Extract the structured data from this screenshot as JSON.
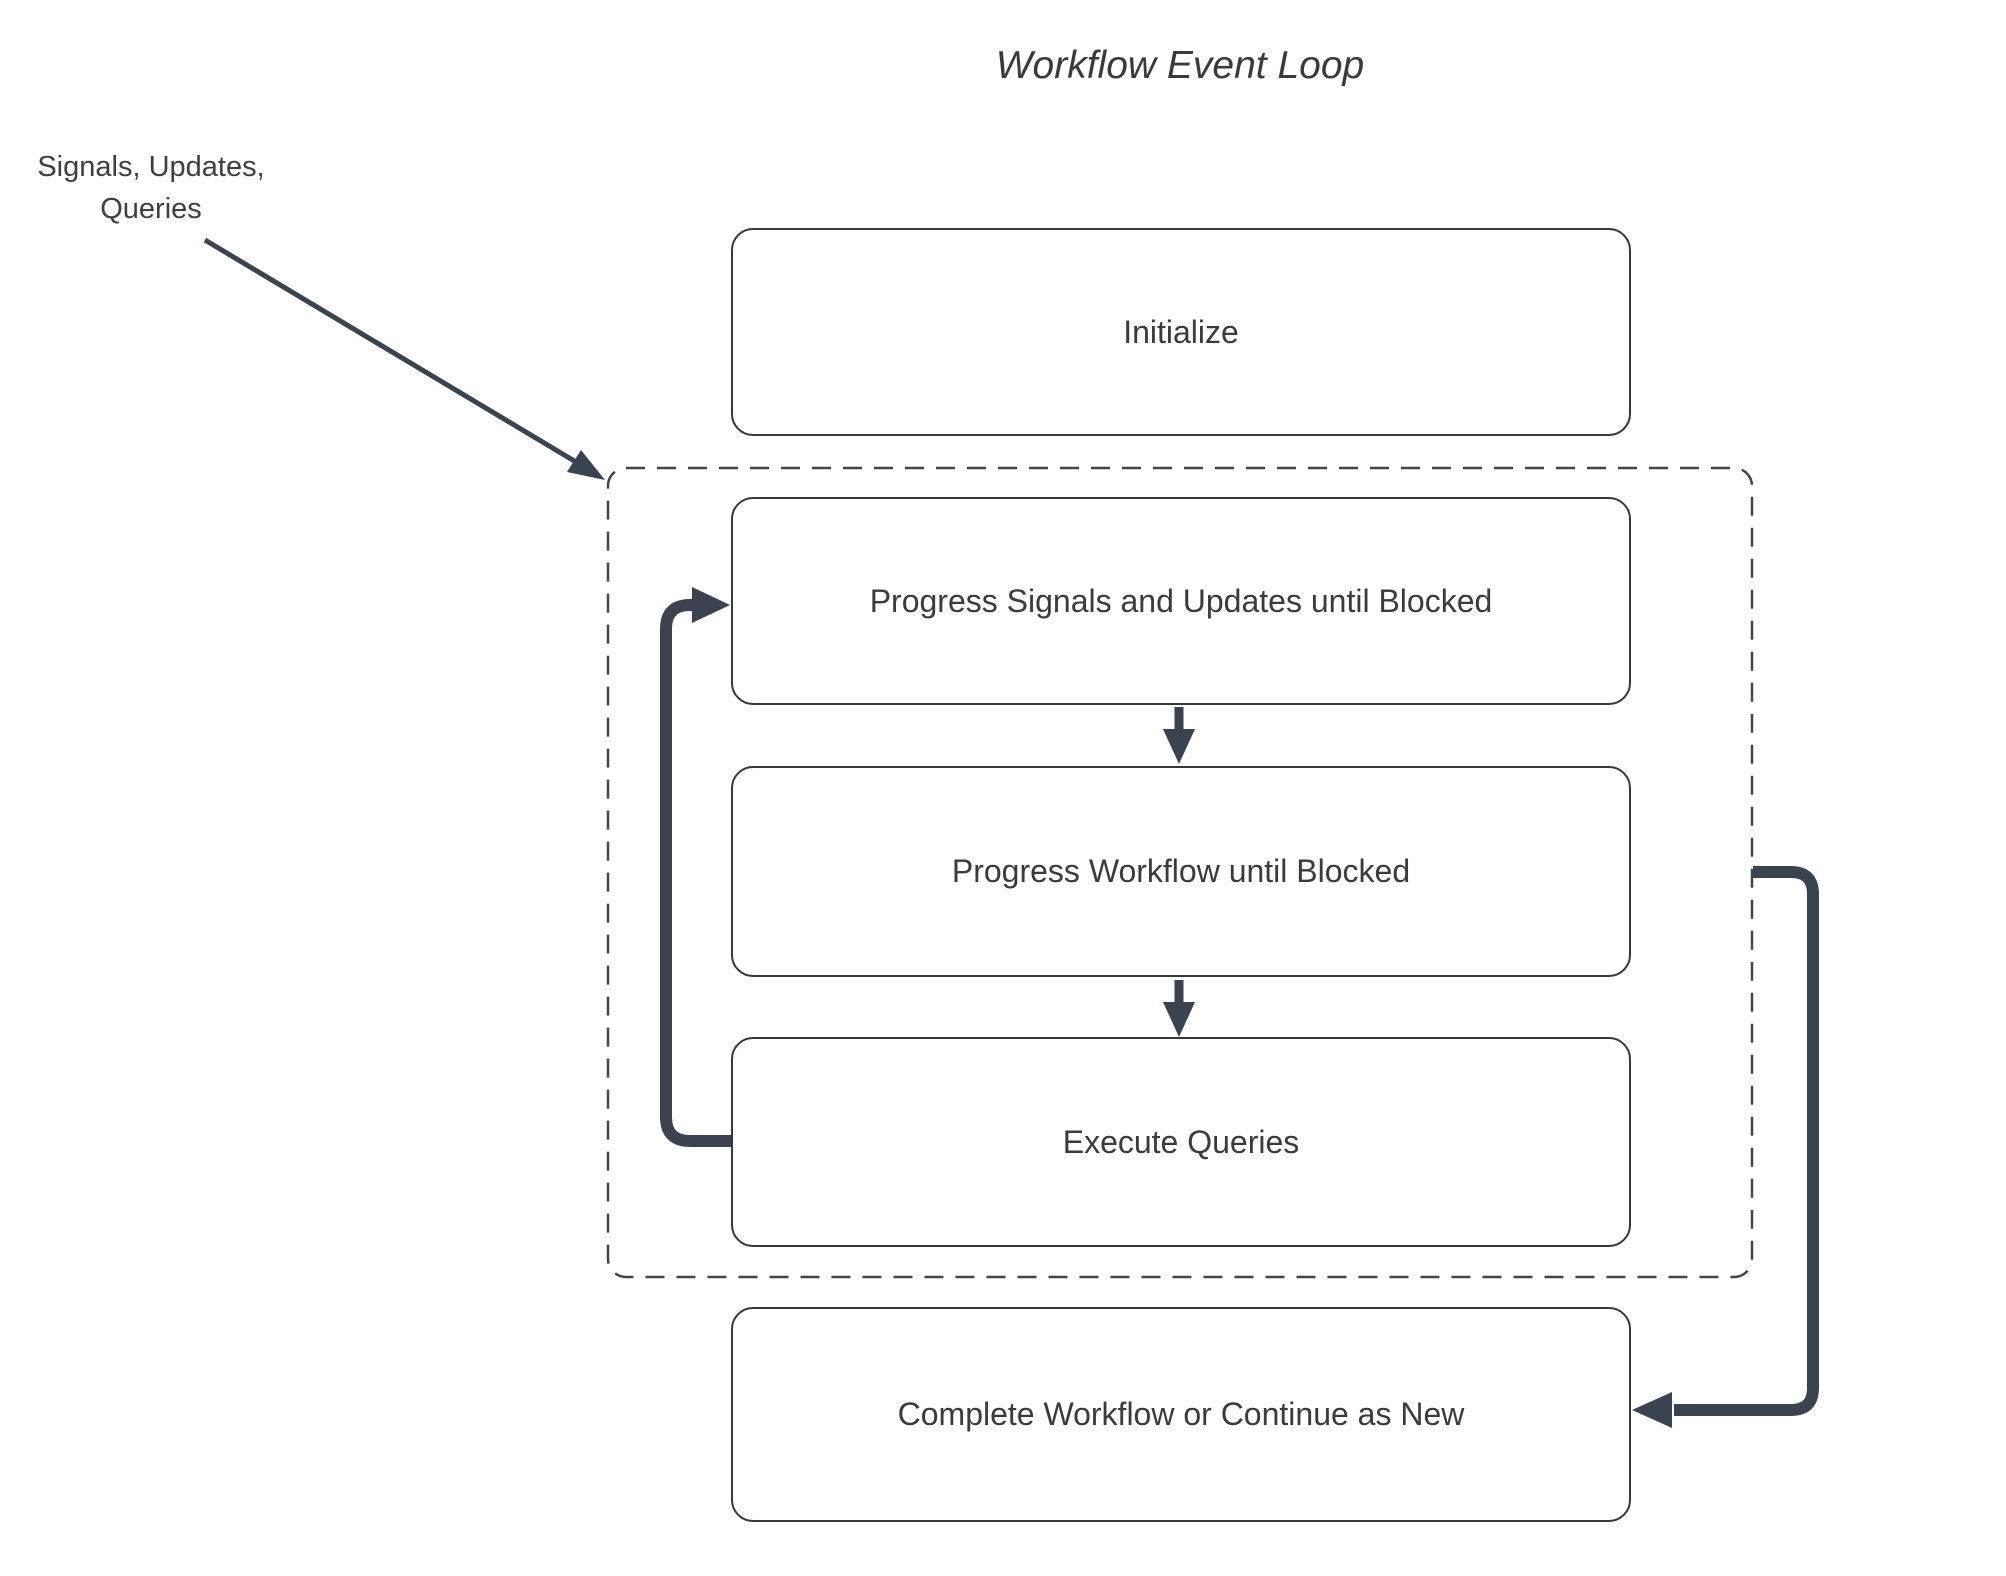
{
  "diagram": {
    "title": "Workflow Event Loop",
    "external_input_label": "Signals, Updates,\nQueries",
    "nodes": [
      {
        "id": "initialize",
        "label": "Initialize"
      },
      {
        "id": "progress-signals",
        "label": "Progress Signals and Updates until Blocked"
      },
      {
        "id": "progress-workflow",
        "label": "Progress Workflow until Blocked"
      },
      {
        "id": "execute-queries",
        "label": "Execute Queries"
      },
      {
        "id": "complete-workflow",
        "label": "Complete Workflow or Continue as New"
      }
    ],
    "edges": [
      {
        "id": "signals-input-arrow",
        "from": "external-signals-label",
        "to": "event-loop-container"
      },
      {
        "id": "arrow-signals-to-workflow",
        "from": "progress-signals",
        "to": "progress-workflow"
      },
      {
        "id": "arrow-workflow-to-queries",
        "from": "progress-workflow",
        "to": "execute-queries"
      },
      {
        "id": "loop-back-arrow",
        "from": "execute-queries",
        "to": "progress-signals"
      },
      {
        "id": "continue-arrow",
        "from": "event-loop-container",
        "to": "complete-workflow"
      }
    ],
    "colors": {
      "arrow": "#3b4350",
      "node_border": "#383838",
      "dashed_border": "#454545",
      "text": "#3a3a3a",
      "background": "#ffffff"
    }
  }
}
